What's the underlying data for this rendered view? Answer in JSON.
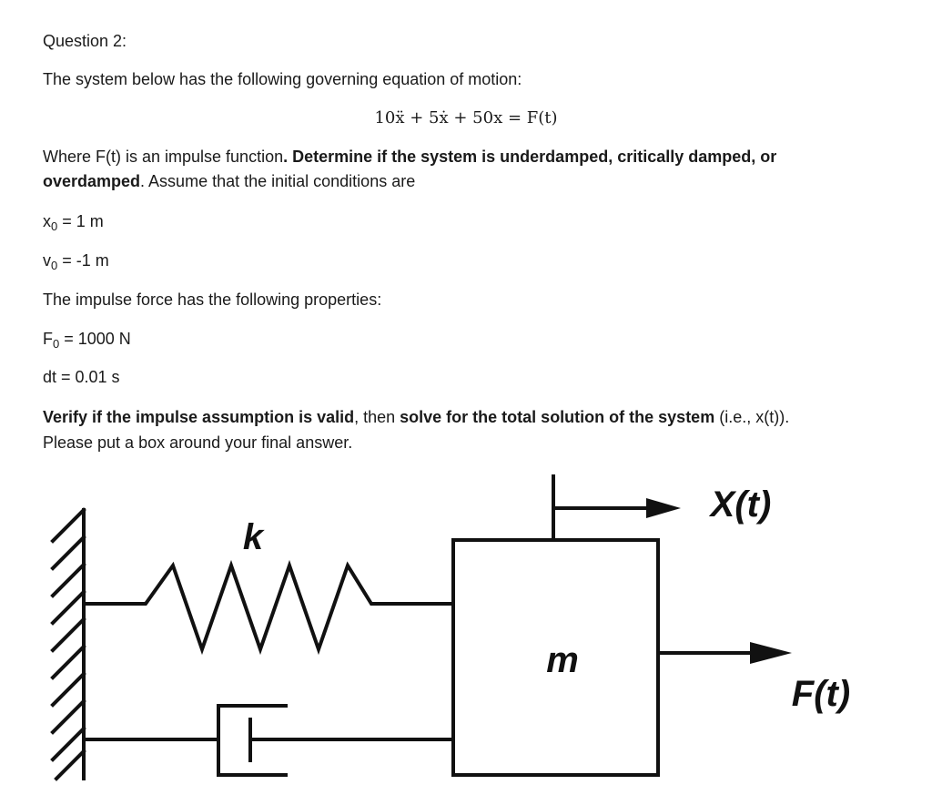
{
  "question": {
    "heading": "Question 2:",
    "intro": "The system below has the following governing equation of motion:",
    "equation": "10ẍ + 5ẋ + 50x = F(t)",
    "p1_part1": "Where F(t) is an impulse function",
    "p1_bold": ". Determine if the system is underdamped, critically damped, or",
    "p1_bold2": "overdamped",
    "p1_part2": ". Assume that the initial conditions are",
    "x0_var": "x",
    "x0_sub": "0",
    "x0_val": " = 1 m",
    "v0_var": "v",
    "v0_sub": "0",
    "v0_val": " = -1 m",
    "impulse_intro": "The impulse force has the following properties:",
    "F0_var": "F",
    "F0_sub": "0",
    "F0_val": " = 1000 N",
    "dt": "dt = 0.01 s",
    "p2_bold1": "Verify if the impulse assumption is valid",
    "p2_text1": ", then ",
    "p2_bold2": "solve for the total solution of the system",
    "p2_text2": " (i.e., x(t)).",
    "p3": "Please put a box around your final answer."
  },
  "diagram": {
    "spring_label": "k",
    "mass_label": "m",
    "displacement_label": "X(t)",
    "force_label": "F(t)"
  }
}
